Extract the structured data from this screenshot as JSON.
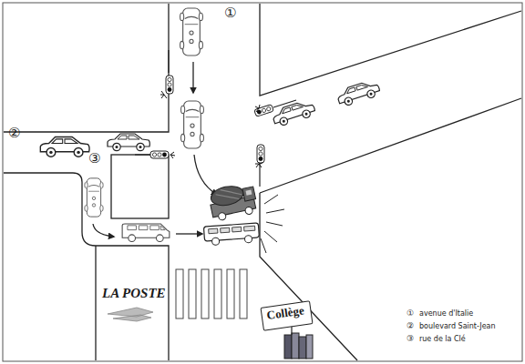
{
  "diagram": {
    "nodes": [
      {
        "text": [
          "Collège"
        ]
      }
    ],
    "labels": [
      "①",
      "②",
      "③",
      "LA POSTE",
      "①",
      "avenue d'Italie",
      "②",
      "boulevard Saint-Jean",
      "③",
      "rue de la Clé"
    ]
  }
}
